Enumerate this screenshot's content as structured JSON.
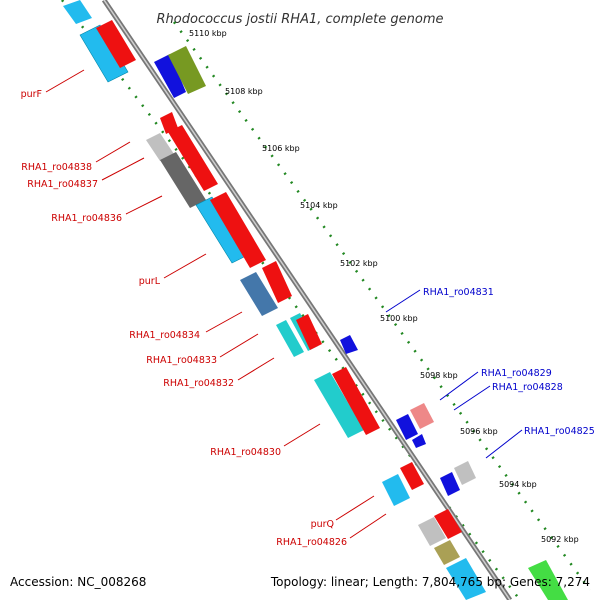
{
  "title": "Rhodococcus jostii RHA1, complete genome",
  "footer": {
    "accession": "Accession: NC_008268",
    "topology": "Topology: linear; Length: 7,804,765 bp; Genes: 7,274"
  },
  "scale_ticks": [
    "5110 kbp",
    "5108 kbp",
    "5106 kbp",
    "5104 kbp",
    "5102 kbp",
    "5100 kbp",
    "5098 kbp",
    "5096 kbp",
    "5094 kbp",
    "5092 kbp"
  ],
  "labels_left": [
    "purF",
    "RHA1_ro04838",
    "RHA1_ro04837",
    "RHA1_ro04836",
    "purL",
    "RHA1_ro04834",
    "RHA1_ro04833",
    "RHA1_ro04832",
    "RHA1_ro04830",
    "purQ",
    "RHA1_ro04826"
  ],
  "labels_right": [
    "RHA1_ro04831",
    "RHA1_ro04829",
    "RHA1_ro04828",
    "RHA1_ro04825"
  ],
  "colors": {
    "red": "#ee1111",
    "cyan": "#22bbee",
    "blue": "#1111dd",
    "olive": "#779922",
    "grey": "#c0c0c0",
    "darkgrey": "#666666",
    "steelblue": "#4477aa",
    "teal": "#22cccc",
    "pink": "#ee8888",
    "khaki": "#aaa055",
    "green": "#44dd44",
    "tickdots": "#228822",
    "axis": "#888888"
  }
}
